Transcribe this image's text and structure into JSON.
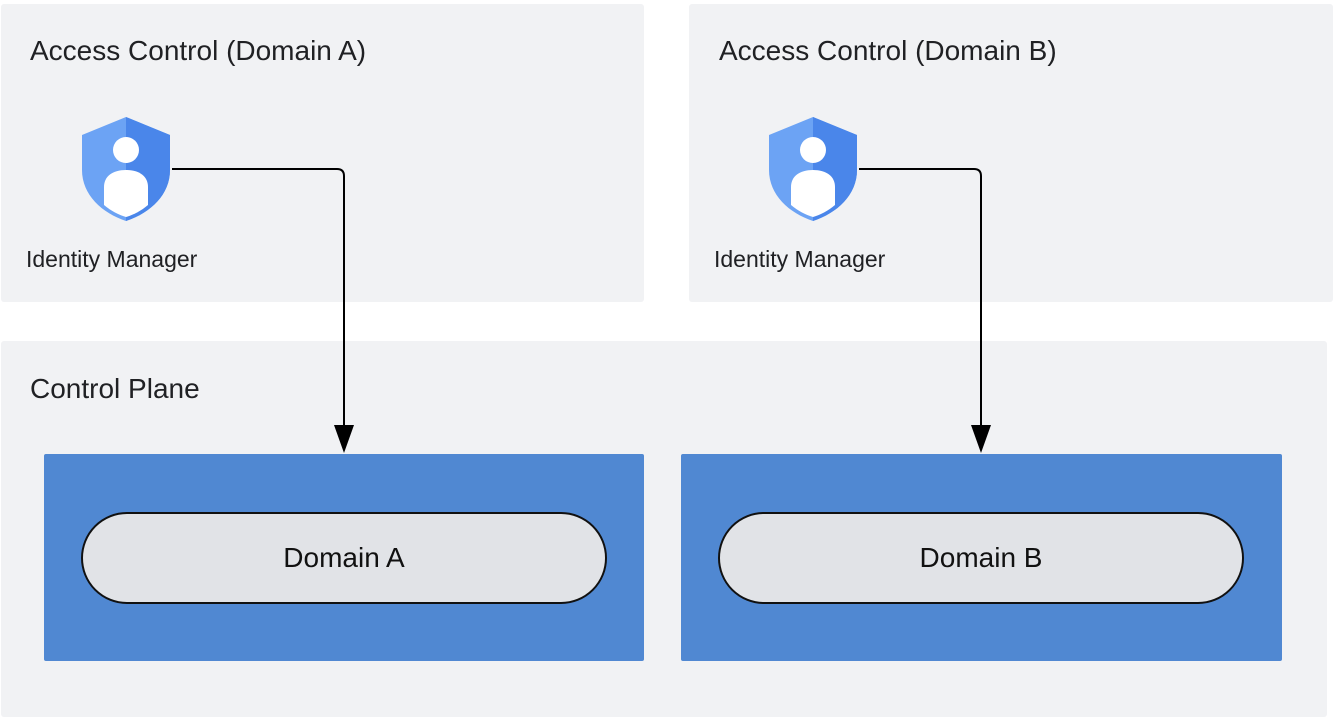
{
  "panels": {
    "access_a": {
      "title": "Access Control (Domain A)",
      "icon": "identity-shield-icon",
      "icon_label": "Identity Manager"
    },
    "access_b": {
      "title": "Access Control (Domain B)",
      "icon": "identity-shield-icon",
      "icon_label": "Identity Manager"
    },
    "control_plane": {
      "title": "Control Plane"
    }
  },
  "domains": {
    "a": {
      "label": "Domain A"
    },
    "b": {
      "label": "Domain B"
    }
  },
  "colors": {
    "panel_background": "#f1f2f4",
    "domain_box": "#5088d2",
    "domain_pill": "#e1e3e7",
    "shield_light": "#6ca3f4",
    "shield_dark": "#4a86ea",
    "connector": "#000000"
  },
  "connections": [
    {
      "from": "access_a.identity_manager",
      "to": "domains.a"
    },
    {
      "from": "access_b.identity_manager",
      "to": "domains.b"
    }
  ]
}
